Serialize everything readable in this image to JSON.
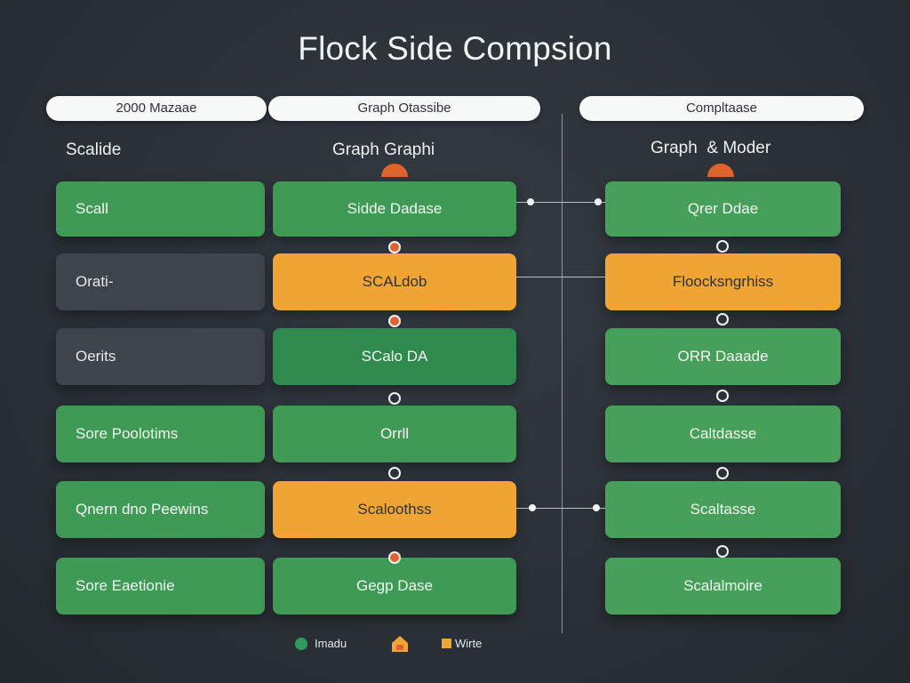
{
  "title": "Flock Side Compsion",
  "header_pills": [
    "2000 Mazaae",
    "Graph Otassibe",
    "Compltaase"
  ],
  "column_headers": [
    "Scalide",
    "Graph Graphi",
    "Graph  & Moder"
  ],
  "left_column": [
    "Scall",
    "Orati-",
    "Oerits",
    "Sore Poolotims",
    "Qnern dno Peewins",
    "Sore Eaetionie"
  ],
  "middle_column": [
    "Sidde Dadase",
    "SCALdob",
    "SCalo DA",
    "Orrll",
    "Scaloothss",
    "Gegp Dase"
  ],
  "right_column": [
    "Qrer Ddae",
    "Floocksngrhiss",
    "ORR Daaade",
    "Caltdasse",
    "Scaltasse",
    "Scalalmoire"
  ],
  "legend": [
    {
      "icon": "circle-icon",
      "label": "Imadu",
      "color": "#2f9a5a"
    },
    {
      "icon": "house-icon",
      "label": "",
      "color": "#f0a434"
    },
    {
      "icon": "square-icon",
      "label": "Wirte",
      "color": "#f0a434"
    }
  ],
  "colors": {
    "green": "#3e9a55",
    "dark_green": "#2f8a4d",
    "orange": "#f0a434",
    "gray": "#3d444b",
    "node_accent": "#e0632e"
  }
}
